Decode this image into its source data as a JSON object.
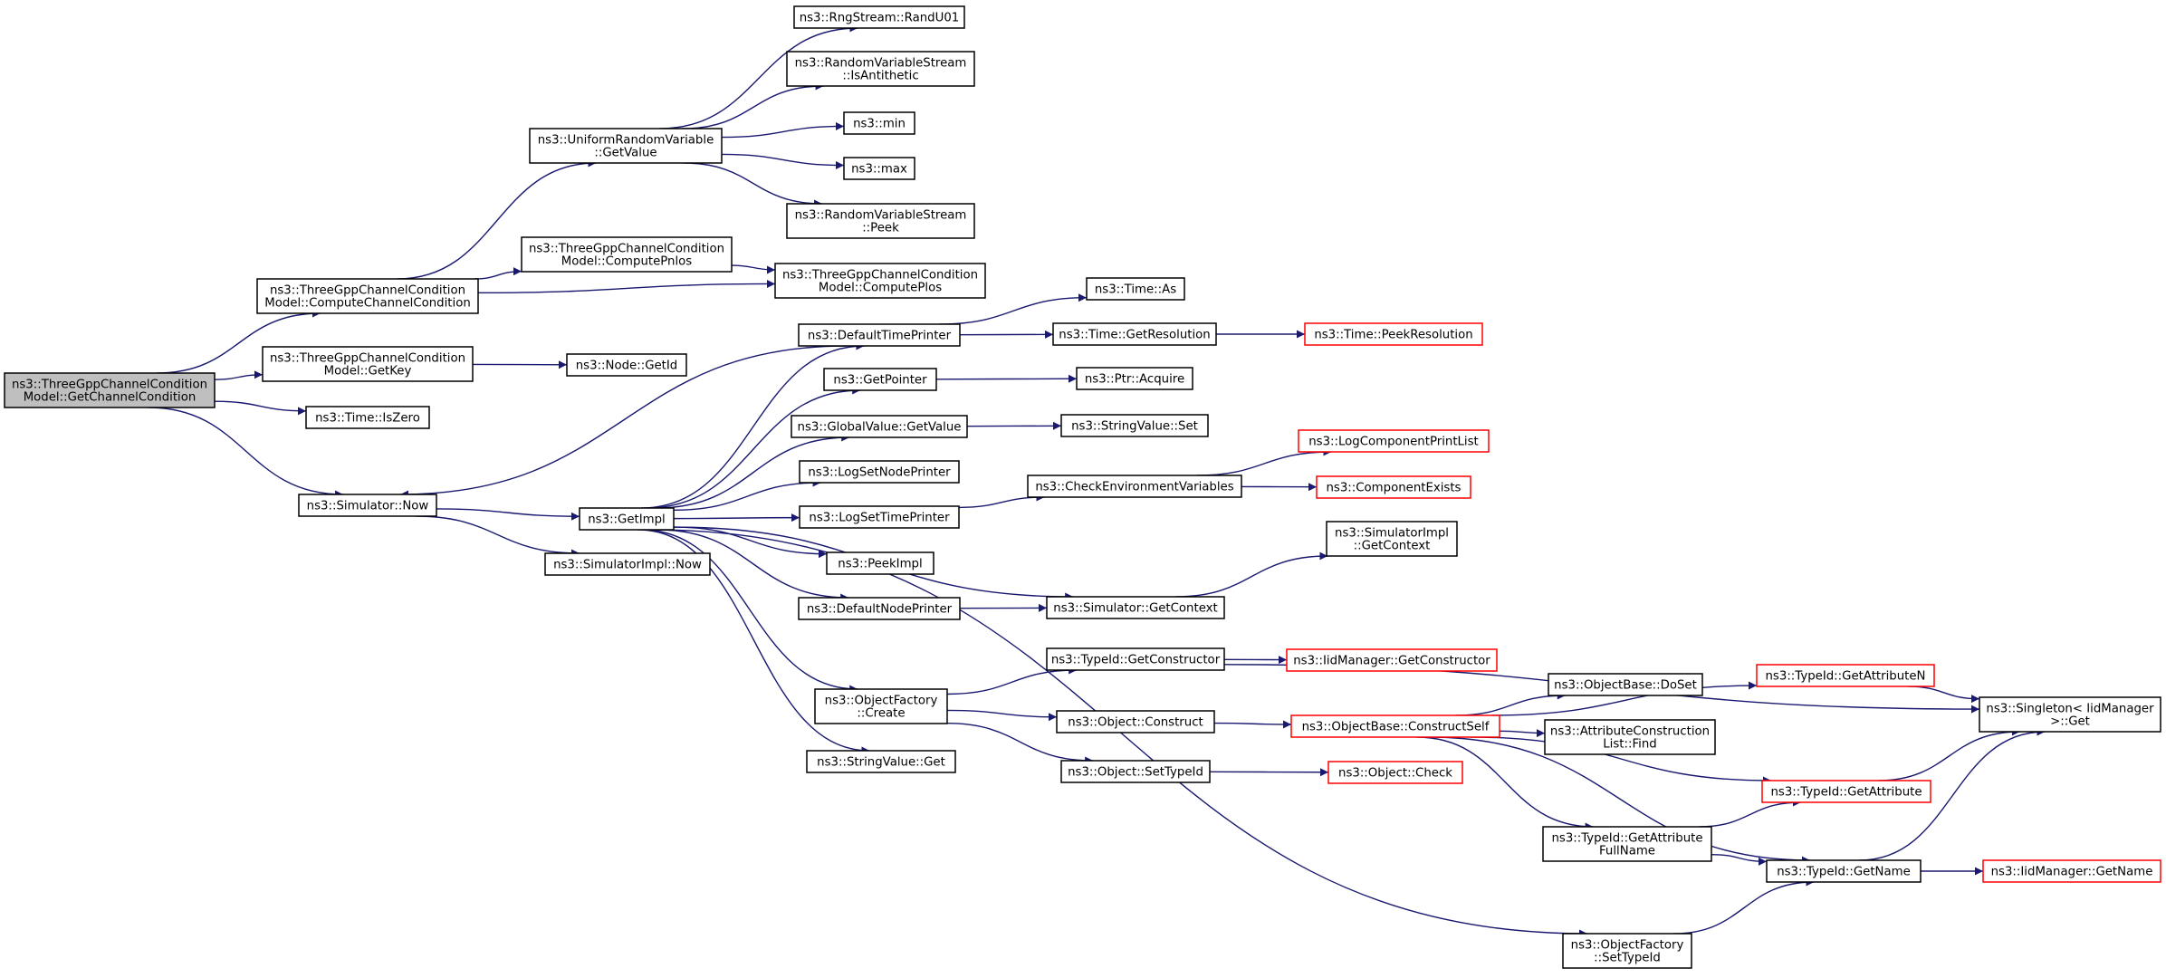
{
  "nodes": [
    {
      "id": "root",
      "lines": [
        "ns3::ThreeGppChannelCondition",
        "Model::GetChannelCondition"
      ],
      "style": "root"
    },
    {
      "id": "computeChannelCondition",
      "lines": [
        "ns3::ThreeGppChannelCondition",
        "Model::ComputeChannelCondition"
      ]
    },
    {
      "id": "getKey",
      "lines": [
        "ns3::ThreeGppChannelCondition",
        "Model::GetKey"
      ]
    },
    {
      "id": "timeIsZero",
      "lines": [
        "ns3::Time::IsZero"
      ]
    },
    {
      "id": "simulatorNow",
      "lines": [
        "ns3::Simulator::Now"
      ]
    },
    {
      "id": "uniformGetValue",
      "lines": [
        "ns3::UniformRandomVariable",
        "::GetValue"
      ]
    },
    {
      "id": "computePnlos",
      "lines": [
        "ns3::ThreeGppChannelCondition",
        "Model::ComputePnlos"
      ]
    },
    {
      "id": "computePlos",
      "lines": [
        "ns3::ThreeGppChannelCondition",
        "Model::ComputePlos"
      ]
    },
    {
      "id": "randU01",
      "lines": [
        "ns3::RngStream::RandU01"
      ]
    },
    {
      "id": "isAntithetic",
      "lines": [
        "ns3::RandomVariableStream",
        "::IsAntithetic"
      ]
    },
    {
      "id": "min",
      "lines": [
        "ns3::min"
      ]
    },
    {
      "id": "max",
      "lines": [
        "ns3::max"
      ]
    },
    {
      "id": "peek",
      "lines": [
        "ns3::RandomVariableStream",
        "::Peek"
      ]
    },
    {
      "id": "nodeGetId",
      "lines": [
        "ns3::Node::GetId"
      ]
    },
    {
      "id": "getImpl",
      "lines": [
        "ns3::GetImpl"
      ]
    },
    {
      "id": "simImplNow",
      "lines": [
        "ns3::SimulatorImpl::Now"
      ]
    },
    {
      "id": "defaultTimePrinter",
      "lines": [
        "ns3::DefaultTimePrinter"
      ]
    },
    {
      "id": "getPointer",
      "lines": [
        "ns3::GetPointer"
      ]
    },
    {
      "id": "globalGetValue",
      "lines": [
        "ns3::GlobalValue::GetValue"
      ]
    },
    {
      "id": "logSetNodePrinter",
      "lines": [
        "ns3::LogSetNodePrinter"
      ]
    },
    {
      "id": "logSetTimePrinter",
      "lines": [
        "ns3::LogSetTimePrinter"
      ]
    },
    {
      "id": "peekImpl",
      "lines": [
        "ns3::PeekImpl"
      ]
    },
    {
      "id": "defaultNodePrinter",
      "lines": [
        "ns3::DefaultNodePrinter"
      ]
    },
    {
      "id": "objFactoryCreate",
      "lines": [
        "ns3::ObjectFactory",
        "::Create"
      ]
    },
    {
      "id": "stringValueGet",
      "lines": [
        "ns3::StringValue::Get"
      ]
    },
    {
      "id": "objFactorySetTypeId",
      "lines": [
        "ns3::ObjectFactory",
        "::SetTypeId"
      ]
    },
    {
      "id": "timeAs",
      "lines": [
        "ns3::Time::As"
      ]
    },
    {
      "id": "timeGetResolution",
      "lines": [
        "ns3::Time::GetResolution"
      ]
    },
    {
      "id": "timePeekResolution",
      "lines": [
        "ns3::Time::PeekResolution"
      ],
      "style": "truncated"
    },
    {
      "id": "ptrAcquire",
      "lines": [
        "ns3::Ptr::Acquire"
      ]
    },
    {
      "id": "stringValueSet",
      "lines": [
        "ns3::StringValue::Set"
      ]
    },
    {
      "id": "checkEnvVars",
      "lines": [
        "ns3::CheckEnvironmentVariables"
      ]
    },
    {
      "id": "logComponentPrintList",
      "lines": [
        "ns3::LogComponentPrintList"
      ],
      "style": "truncated"
    },
    {
      "id": "componentExists",
      "lines": [
        "ns3::ComponentExists"
      ],
      "style": "truncated"
    },
    {
      "id": "simImplGetContext",
      "lines": [
        "ns3::SimulatorImpl",
        "::GetContext"
      ]
    },
    {
      "id": "simGetContext",
      "lines": [
        "ns3::Simulator::GetContext"
      ]
    },
    {
      "id": "typeIdGetConstructor",
      "lines": [
        "ns3::TypeId::GetConstructor"
      ]
    },
    {
      "id": "iidGetConstructor",
      "lines": [
        "ns3::IidManager::GetConstructor"
      ],
      "style": "truncated"
    },
    {
      "id": "objectConstruct",
      "lines": [
        "ns3::Object::Construct"
      ]
    },
    {
      "id": "objectSetTypeId",
      "lines": [
        "ns3::Object::SetTypeId"
      ]
    },
    {
      "id": "constructSelf",
      "lines": [
        "ns3::ObjectBase::ConstructSelf"
      ],
      "style": "truncated"
    },
    {
      "id": "objectCheck",
      "lines": [
        "ns3::Object::Check"
      ],
      "style": "truncated"
    },
    {
      "id": "doSet",
      "lines": [
        "ns3::ObjectBase::DoSet"
      ]
    },
    {
      "id": "attrConstructionFind",
      "lines": [
        "ns3::AttributeConstruction",
        "List::Find"
      ]
    },
    {
      "id": "getAttributeN",
      "lines": [
        "ns3::TypeId::GetAttributeN"
      ],
      "style": "truncated"
    },
    {
      "id": "getAttribute",
      "lines": [
        "ns3::TypeId::GetAttribute"
      ],
      "style": "truncated"
    },
    {
      "id": "getAttributeFullName",
      "lines": [
        "ns3::TypeId::GetAttribute",
        "FullName"
      ]
    },
    {
      "id": "typeIdGetName",
      "lines": [
        "ns3::TypeId::GetName"
      ]
    },
    {
      "id": "iidGetName",
      "lines": [
        "ns3::IidManager::GetName"
      ],
      "style": "truncated"
    },
    {
      "id": "singletonGet",
      "lines": [
        "ns3::Singleton< IidManager",
        " >::Get"
      ]
    }
  ],
  "edges": [
    [
      "root",
      "computeChannelCondition"
    ],
    [
      "root",
      "getKey"
    ],
    [
      "root",
      "timeIsZero"
    ],
    [
      "root",
      "simulatorNow"
    ],
    [
      "computeChannelCondition",
      "uniformGetValue"
    ],
    [
      "computeChannelCondition",
      "computePnlos"
    ],
    [
      "computeChannelCondition",
      "computePlos"
    ],
    [
      "computePnlos",
      "computePlos"
    ],
    [
      "uniformGetValue",
      "randU01"
    ],
    [
      "uniformGetValue",
      "isAntithetic"
    ],
    [
      "uniformGetValue",
      "min"
    ],
    [
      "uniformGetValue",
      "max"
    ],
    [
      "uniformGetValue",
      "peek"
    ],
    [
      "getKey",
      "nodeGetId"
    ],
    [
      "simulatorNow",
      "getImpl"
    ],
    [
      "simulatorNow",
      "simImplNow"
    ],
    [
      "getImpl",
      "defaultTimePrinter"
    ],
    [
      "getImpl",
      "getPointer"
    ],
    [
      "getImpl",
      "globalGetValue"
    ],
    [
      "getImpl",
      "logSetNodePrinter"
    ],
    [
      "getImpl",
      "logSetTimePrinter"
    ],
    [
      "getImpl",
      "peekImpl"
    ],
    [
      "getImpl",
      "defaultNodePrinter"
    ],
    [
      "getImpl",
      "objFactoryCreate"
    ],
    [
      "getImpl",
      "stringValueGet"
    ],
    [
      "getImpl",
      "objFactorySetTypeId"
    ],
    [
      "getImpl",
      "simGetContext"
    ],
    [
      "defaultTimePrinter",
      "simulatorNow"
    ],
    [
      "defaultTimePrinter",
      "timeAs"
    ],
    [
      "defaultTimePrinter",
      "timeGetResolution"
    ],
    [
      "timeGetResolution",
      "timePeekResolution"
    ],
    [
      "getPointer",
      "ptrAcquire"
    ],
    [
      "globalGetValue",
      "stringValueSet"
    ],
    [
      "logSetTimePrinter",
      "checkEnvVars"
    ],
    [
      "checkEnvVars",
      "logComponentPrintList"
    ],
    [
      "checkEnvVars",
      "componentExists"
    ],
    [
      "defaultNodePrinter",
      "simGetContext"
    ],
    [
      "simGetContext",
      "simImplGetContext"
    ],
    [
      "objFactoryCreate",
      "typeIdGetConstructor"
    ],
    [
      "objFactoryCreate",
      "objectConstruct"
    ],
    [
      "objFactoryCreate",
      "objectSetTypeId"
    ],
    [
      "typeIdGetConstructor",
      "iidGetConstructor"
    ],
    [
      "typeIdGetConstructor",
      "singletonGet"
    ],
    [
      "objectConstruct",
      "constructSelf"
    ],
    [
      "objectSetTypeId",
      "objectCheck"
    ],
    [
      "constructSelf",
      "doSet"
    ],
    [
      "constructSelf",
      "attrConstructionFind"
    ],
    [
      "constructSelf",
      "getAttributeN"
    ],
    [
      "constructSelf",
      "getAttribute"
    ],
    [
      "constructSelf",
      "getAttributeFullName"
    ],
    [
      "constructSelf",
      "typeIdGetName"
    ],
    [
      "getAttributeN",
      "singletonGet"
    ],
    [
      "getAttribute",
      "singletonGet"
    ],
    [
      "getAttributeFullName",
      "getAttribute"
    ],
    [
      "getAttributeFullName",
      "typeIdGetName"
    ],
    [
      "typeIdGetName",
      "singletonGet"
    ],
    [
      "typeIdGetName",
      "iidGetName"
    ],
    [
      "objFactorySetTypeId",
      "typeIdGetName"
    ]
  ],
  "colors": {
    "edge": "#191970",
    "root_fill": "#bfbfbf",
    "truncated_border": "#ff0000"
  }
}
